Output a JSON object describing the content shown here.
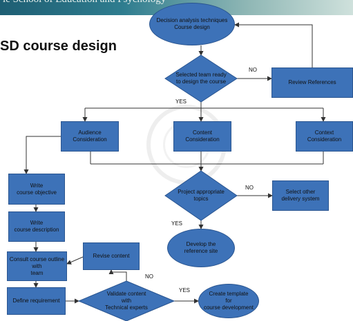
{
  "banner": {
    "text": "ie School of Education and Psychology"
  },
  "title": "SD course design",
  "nodes": {
    "start": "Decision analysis techniques\nCourse design",
    "team_ready": "Selected team ready\nto design the course",
    "review_refs": "Review  References",
    "audience": "Audience\nConsideration",
    "content": "Content\nConsideration",
    "context": "Context\nConsideration",
    "project_topics": "Project appropriate\ntopics",
    "other_delivery": "Select other\ndelivery system",
    "reference_site": "Develop  the\nreference site",
    "objective": "Write\ncourse objective",
    "description": "Write\ncourse description",
    "consult": "Consult course outline\nwith\nteam",
    "revise": "Revise content",
    "define": "Define requirement",
    "validate": "Validate content\nwith\nTechnical experts",
    "template": "Create template\nfor\ncourse development"
  },
  "edge_labels": {
    "no_1": "NO",
    "yes_1": "YES",
    "no_2": "NO",
    "yes_2": "YES",
    "no_3": "NO",
    "yes_3": "YES"
  },
  "colors": {
    "node_fill": "#3d72b8",
    "line": "#333333"
  }
}
